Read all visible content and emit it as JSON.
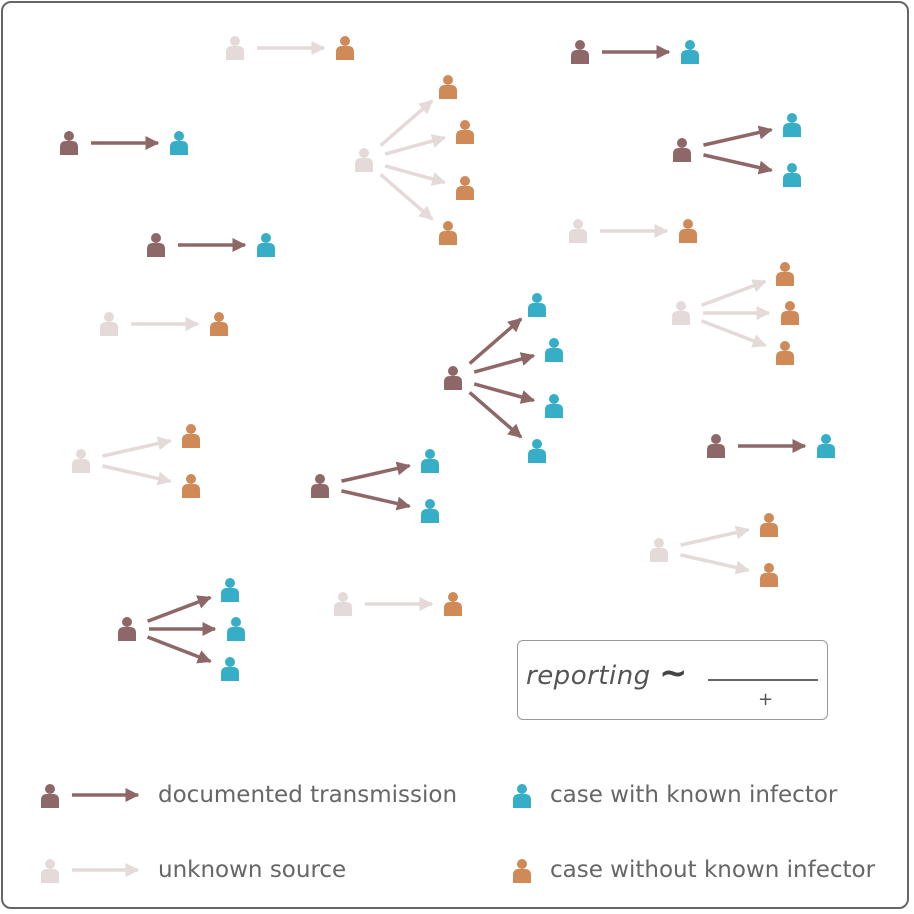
{
  "colors": {
    "documented": "#8e6868",
    "unknown": "#e4dada",
    "known_infector": "#36aec7",
    "without_known_infector": "#d08a58",
    "arrow_documented": "#8e6868",
    "arrow_unknown": "#e4dada"
  },
  "diagram": {
    "nodes_description": "clusters of person icons linked by arrows",
    "clusters": [
      {
        "source_type": "unknown",
        "targets": [
          "without_known_infector"
        ]
      },
      {
        "source_type": "documented",
        "targets": [
          "known_infector"
        ]
      },
      {
        "source_type": "documented",
        "targets": [
          "known_infector"
        ]
      },
      {
        "source_type": "documented",
        "targets": [
          "known_infector"
        ]
      },
      {
        "source_type": "unknown",
        "targets": [
          "without_known_infector"
        ]
      },
      {
        "source_type": "unknown",
        "targets": [
          "without_known_infector",
          "without_known_infector",
          "without_known_infector",
          "without_known_infector"
        ]
      },
      {
        "source_type": "documented",
        "targets": [
          "known_infector",
          "known_infector"
        ]
      },
      {
        "source_type": "unknown",
        "targets": [
          "without_known_infector"
        ]
      },
      {
        "source_type": "unknown",
        "targets": [
          "without_known_infector",
          "without_known_infector",
          "without_known_infector"
        ]
      },
      {
        "source_type": "documented",
        "targets": [
          "known_infector",
          "known_infector",
          "known_infector",
          "known_infector"
        ]
      },
      {
        "source_type": "unknown",
        "targets": [
          "without_known_infector",
          "without_known_infector"
        ]
      },
      {
        "source_type": "documented",
        "targets": [
          "known_infector",
          "known_infector"
        ]
      },
      {
        "source_type": "documented",
        "targets": [
          "known_infector"
        ]
      },
      {
        "source_type": "unknown",
        "targets": [
          "without_known_infector",
          "without_known_infector"
        ]
      },
      {
        "source_type": "documented",
        "targets": [
          "known_infector",
          "known_infector",
          "known_infector"
        ]
      },
      {
        "source_type": "unknown",
        "targets": [
          "without_known_infector"
        ]
      }
    ]
  },
  "formula": {
    "word": "reporting",
    "relation": "~",
    "plus": "+"
  },
  "legend": {
    "documented_transmission": "documented transmission",
    "unknown_source": "unknown source",
    "case_with_known_infector": "case with known infector",
    "case_without_known_infector": "case without known infector"
  }
}
